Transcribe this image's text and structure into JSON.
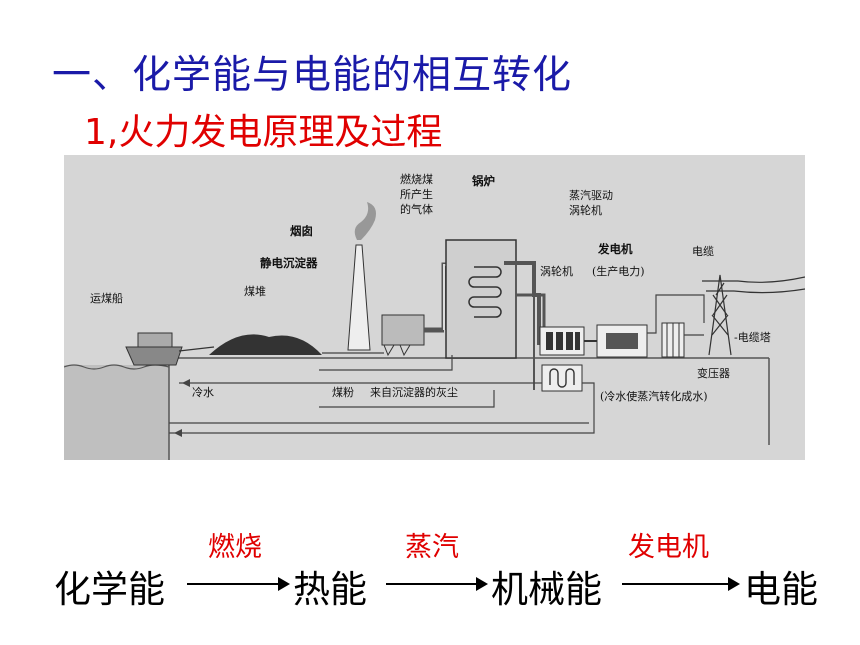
{
  "title": "一、化学能与电能的相互转化",
  "subtitle": "1,火力发电原理及过程",
  "diagram": {
    "labels": {
      "ship": "运煤船",
      "coal_pile": "煤堆",
      "chimney": "烟囱",
      "precipitator": "静电沉淀器",
      "gas_1": "燃烧煤",
      "gas_2": "所产生",
      "gas_3": "的气体",
      "boiler": "锅炉",
      "steam_1": "蒸汽驱动",
      "steam_2": "涡轮机",
      "turbine": "涡轮机",
      "generator": "发电机",
      "generator_sub": "(生产电力)",
      "cable": "电缆",
      "tower": "-电缆塔",
      "transformer": "变压器",
      "cold_water": "冷水",
      "coal_powder": "煤粉",
      "ash": "来自沉淀器的灰尘",
      "condense": "(冷水使蒸汽转化成水)"
    }
  },
  "flow": {
    "stages": [
      "化学能",
      "热能",
      "机械能",
      "电能"
    ],
    "processes": [
      "燃烧",
      "蒸汽",
      "发电机"
    ]
  }
}
